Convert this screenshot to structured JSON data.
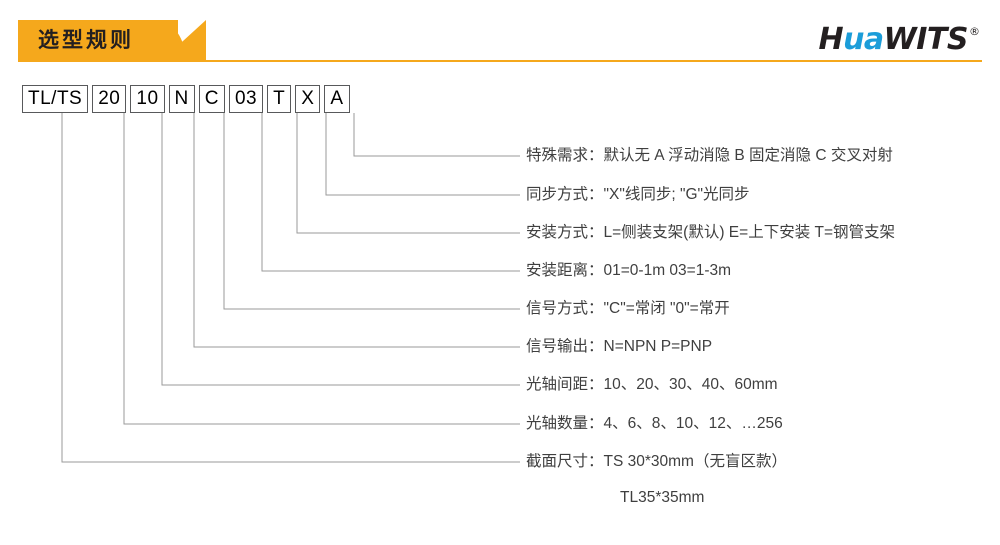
{
  "header": {
    "section_title": "选型规则",
    "logo": {
      "part1": "H",
      "part2": "ua",
      "part3": "WITS",
      "registered": "®"
    }
  },
  "model_code": {
    "segments": [
      {
        "id": "series",
        "value": "TL/TS"
      },
      {
        "id": "profile",
        "value": "20"
      },
      {
        "id": "beam-count",
        "value": "10"
      },
      {
        "id": "output",
        "value": "N"
      },
      {
        "id": "signal-mode",
        "value": "C"
      },
      {
        "id": "distance",
        "value": "03"
      },
      {
        "id": "mounting",
        "value": "T"
      },
      {
        "id": "sync",
        "value": "X"
      },
      {
        "id": "special",
        "value": "A"
      }
    ]
  },
  "descriptions": [
    {
      "id": "special",
      "text": "特殊需求：默认无  A 浮动消隐  B 固定消隐  C 交叉对射"
    },
    {
      "id": "sync",
      "text": "同步方式：\"X\"线同步; \"G\"光同步"
    },
    {
      "id": "mounting",
      "text": "安装方式：L=侧装支架(默认)  E=上下安装  T=钢管支架"
    },
    {
      "id": "distance",
      "text": "安装距离：01=0-1m  03=1-3m"
    },
    {
      "id": "signal-mode",
      "text": "信号方式：\"C\"=常闭 \"0\"=常开"
    },
    {
      "id": "output",
      "text": "信号输出：N=NPN  P=PNP"
    },
    {
      "id": "beam-pitch",
      "text": "光轴间距：10、20、30、40、60mm"
    },
    {
      "id": "beam-count",
      "text": "光轴数量：4、6、8、10、12、…256"
    },
    {
      "id": "profile-size",
      "text": "截面尺寸：TS 30*30mm（无盲区款）"
    }
  ],
  "description_continuation": {
    "id": "profile-size-2",
    "text": "TL35*35mm"
  },
  "colors": {
    "brand_amber": "#F5A81C",
    "logo_blue": "#1B9DD9",
    "ink": "#231f20",
    "line": "#9a9a9a",
    "text": "#3f3f3f"
  }
}
